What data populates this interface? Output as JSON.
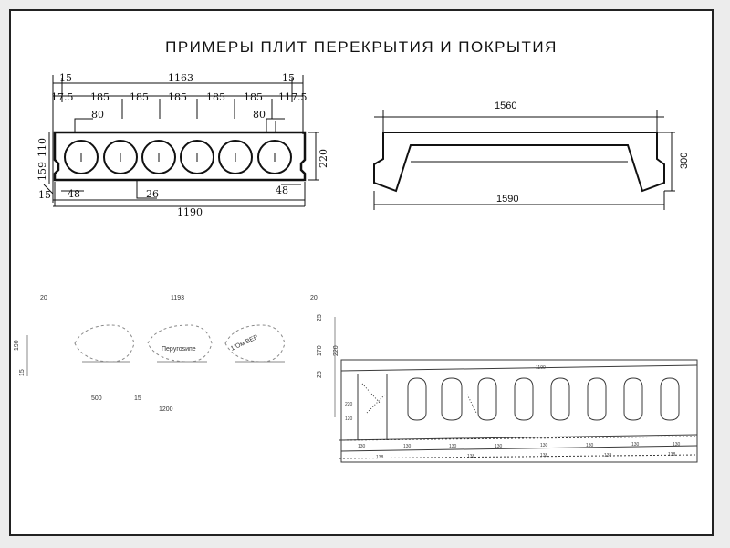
{
  "title": "ПРИМЕРЫ  ПЛИТ  ПЕРЕКРЫТИЯ   И  ПОКРЫТИЯ",
  "colors": {
    "background": "#ececec",
    "slide": "#ffffff",
    "line": "#111111",
    "fig4": "#3a3a3a"
  },
  "fig1": {
    "top_overall": [
      "15",
      "1163",
      "15"
    ],
    "top_spacings": [
      "17.5",
      "185",
      "185",
      "185",
      "185",
      "185",
      "117.5"
    ],
    "top_80_left": "80",
    "top_80_right": "80",
    "left_110": "110",
    "left_159": "159",
    "left_small": "15",
    "right_220": "220",
    "bottom_48_left": "48",
    "bottom_26": "26",
    "bottom_48_right": "48",
    "bottom_overall": "1190"
  },
  "fig2": {
    "top_width": "1560",
    "bottom_width": "1590",
    "height": "300"
  },
  "fig3": {
    "top_left": "20",
    "top_center": "1193",
    "top_right": "20",
    "left_190": "190",
    "left_15": "15",
    "right_25a": "25",
    "right_170": "170",
    "right_25b": "25",
    "right_220": "220",
    "label_void": "Пеpyгоsипе",
    "label_void2": "1/Ом ВЕР",
    "bottom_500": "500",
    "bottom_15": "15",
    "bottom_1200": "1200"
  },
  "fig4": {
    "top": "1190",
    "left_a": "220",
    "left_b": "120",
    "row1": [
      "130",
      "130",
      "130",
      "130",
      "130",
      "130",
      "130",
      "130"
    ],
    "row2": [
      "138",
      "138",
      "138",
      "138",
      "138"
    ]
  }
}
